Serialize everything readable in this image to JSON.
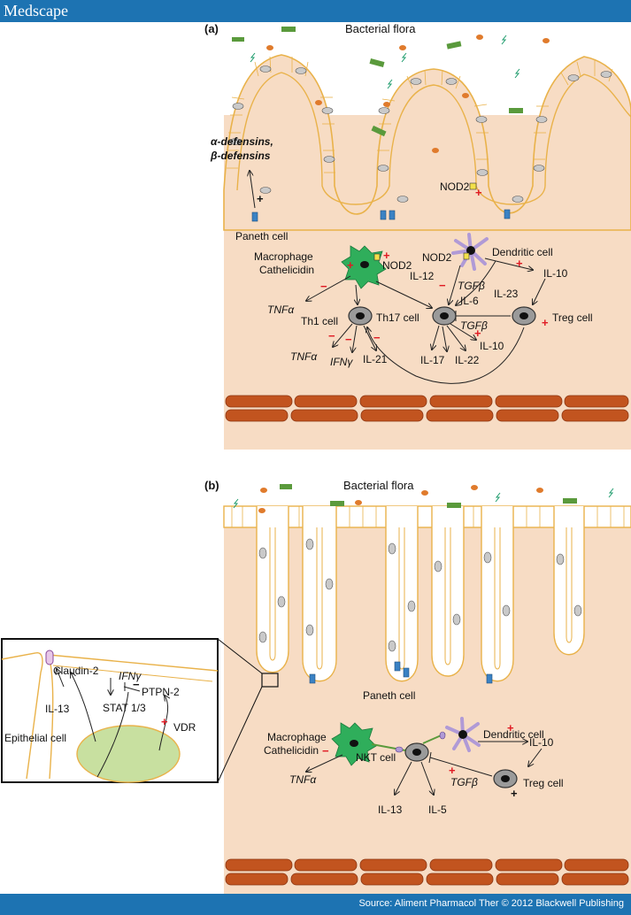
{
  "brand": "Medscape",
  "source": "Source: Aliment Pharmacol Ther © 2012 Blackwell Publishing",
  "panel_a": {
    "tag": "(a)",
    "flora": "Bacterial flora",
    "defensins_line1": "α-defensins,",
    "defensins_line2": "β-defensins",
    "paneth": "Paneth cell",
    "nod2_epi": "NOD2",
    "macrophage": "Macrophage",
    "cathelicidin": "Cathelicidin",
    "nod2_mac": "NOD2",
    "nod2_dc": "NOD2",
    "dendritic": "Dendritic cell",
    "il12": "IL-12",
    "il10": "IL-10",
    "tgfb1": "TGFβ",
    "il23": "IL-23",
    "il6": "IL-6",
    "tgfb2": "TGFβ",
    "tnfa1": "TNFα",
    "th1": "Th1 cell",
    "th17": "Th17 cell",
    "treg": "Treg cell",
    "tnfa2": "TNFα",
    "ifng": "IFNγ",
    "il21": "IL-21",
    "il17": "IL-17",
    "il22": "IL-22",
    "il10b": "IL-10"
  },
  "panel_b": {
    "tag": "(b)",
    "flora": "Bacterial flora",
    "paneth": "Paneth cell",
    "macrophage": "Macrophage",
    "cathelicidin": "Cathelicidin",
    "dendritic": "Dendritic cell",
    "il10": "IL-10",
    "tnfa": "TNFα",
    "nkt": "NKT cell",
    "tgfb": "TGFβ",
    "treg": "Treg cell",
    "il13": "IL-13",
    "il5": "IL-5"
  },
  "inset": {
    "claudin": "Claudin-2",
    "ifng": "IFNγ",
    "ptpn2": "PTPN-2",
    "stat": "STAT 1/3",
    "il13": "IL-13",
    "vdr": "VDR",
    "epithelial": "Epithelial cell"
  },
  "signs": {
    "plus": "+",
    "minus": "−"
  },
  "colors": {
    "header": "#1d73b2",
    "tissue": "#f7dcc4",
    "epithelium": "#e9b24a",
    "muscle": "#c2541f",
    "macrophage": "#2fae5b",
    "dendritic": "#b09ad6",
    "bacteria_rod": "#5a9a3c",
    "bacteria_coccus": "#e07b2c",
    "sign_red": "#e01b24"
  },
  "icons": [
    "macrophage-icon",
    "dendritic-cell-icon",
    "lymphocyte-icon",
    "paneth-granule-icon",
    "bacterium-icon",
    "nucleus-icon"
  ]
}
